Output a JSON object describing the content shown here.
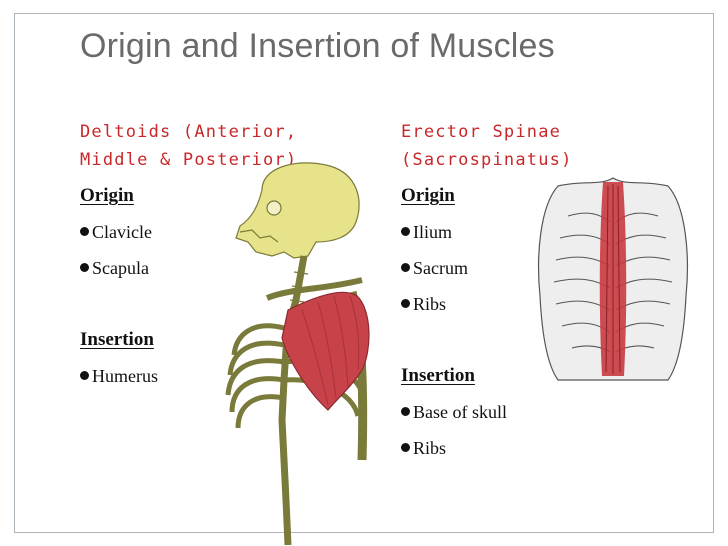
{
  "slide": {
    "title": "Origin and Insertion of Muscles",
    "left": {
      "heading_line1": "Deltoids (Anterior,",
      "heading_line2": "Middle & Posterior)",
      "origin_label": "Origin",
      "origin_items": [
        "Clavicle",
        "Scapula"
      ],
      "insertion_label": "Insertion",
      "insertion_items": [
        "Humerus"
      ]
    },
    "right": {
      "heading_line1": "Erector Spinae",
      "heading_line2": "(Sacrospinatus)",
      "origin_label": "Origin",
      "origin_items": [
        "Ilium",
        "Sacrum",
        "Ribs"
      ],
      "insertion_label": "Insertion",
      "insertion_items": [
        "Base of skull",
        "Ribs"
      ]
    }
  },
  "colors": {
    "title": "#6a6a6a",
    "heading": "#c8282a",
    "bone": "#e6e38a",
    "muscle": "#c8424a",
    "frame": "#aeb6bd"
  },
  "illustrations": {
    "left": "skeleton-shoulder-deltoid-illustration",
    "right": "back-erector-spinae-illustration"
  }
}
